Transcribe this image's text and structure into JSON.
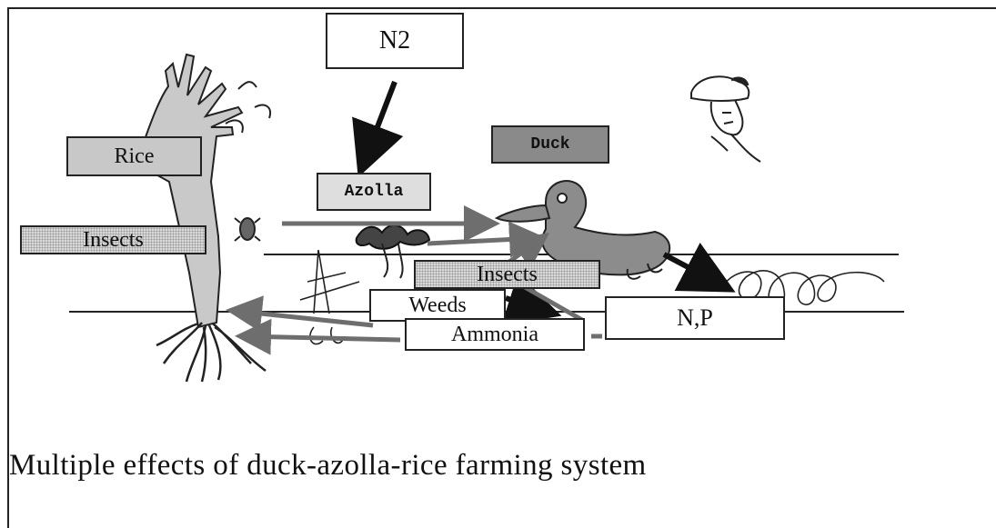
{
  "labels": {
    "n2": "N2",
    "rice": "Rice",
    "duck": "Duck",
    "azolla": "Azolla",
    "insects_left": "Insects",
    "insects_mid": "Insects",
    "weeds": "Weeds",
    "ammonia": "Ammonia",
    "np": "N,P"
  },
  "caption": "Multiple effects of duck-azolla-rice farming system",
  "colors": {
    "outline": "#222222",
    "arrow_dark": "#111111",
    "arrow_gray": "#6e6e6e",
    "duck_fill": "#8c8c8c",
    "rice_fill": "#c9c9c9"
  },
  "icons": [
    "rice-plant-icon",
    "duck-icon",
    "farmer-icon",
    "azolla-icon",
    "insect-icon"
  ]
}
